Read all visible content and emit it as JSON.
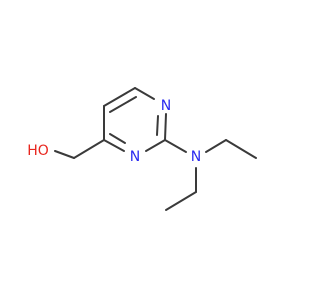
{
  "molecule": {
    "atoms": {
      "n_ring_top": "N",
      "n_ring_bottom": "N",
      "n_amine": "N",
      "hydroxyl": "HO"
    },
    "colors": {
      "nitrogen": "#2a2af0",
      "oxygen": "#e8261e",
      "bond": "#3a3a3a"
    }
  }
}
